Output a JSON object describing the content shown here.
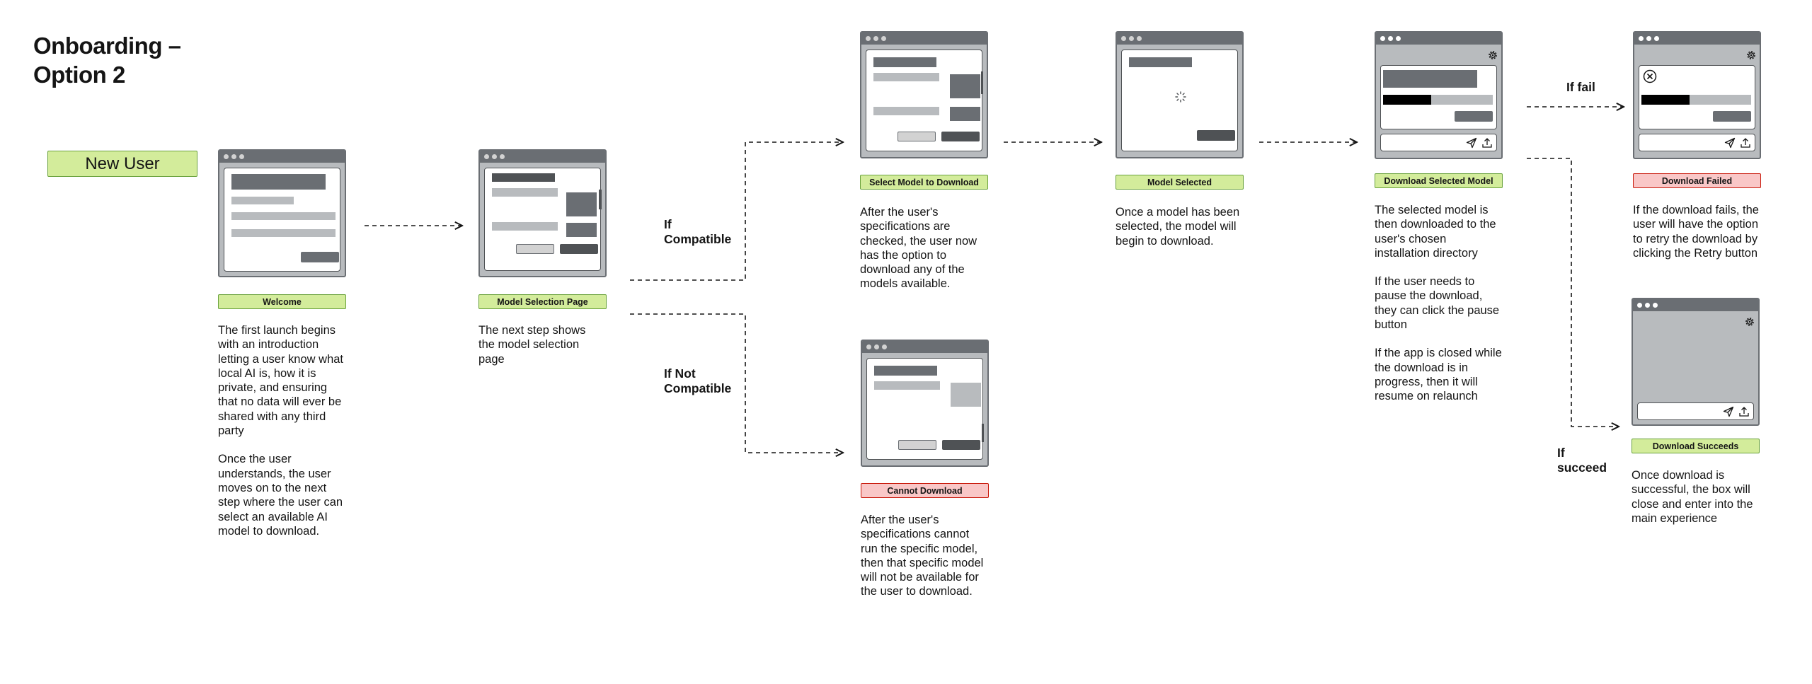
{
  "title_line1": "Onboarding –",
  "title_line2": "Option 2",
  "start_label": "New User",
  "branches": {
    "compatible": [
      "If",
      "Compatible"
    ],
    "not_compatible": [
      "If Not",
      "Compatible"
    ],
    "fail": "If fail",
    "succeed": [
      "If",
      "succeed"
    ]
  },
  "steps": {
    "welcome": {
      "label": "Welcome",
      "desc": [
        "The first launch begins with an introduction letting a user know what local AI is, how it is private, and ensuring that no data will ever be shared with any third party",
        "Once the user understands, the user moves on to the next step where the user can select an available AI model to download."
      ]
    },
    "model_selection": {
      "label": "Model Selection Page",
      "desc": [
        "The next step shows the model selection page"
      ]
    },
    "select_model": {
      "label": "Select Model to Download",
      "desc": [
        "After the user's specifications are checked, the user now has the option to download any of the models available."
      ]
    },
    "cannot_download": {
      "label": "Cannot Download",
      "desc": [
        "After the user's specifications cannot run the specific model, then that specific model will not be available for the user to download."
      ]
    },
    "model_selected": {
      "label": "Model Selected",
      "desc": [
        "Once a model has been selected, the model will begin to download."
      ]
    },
    "download_selected": {
      "label": "Download Selected Model",
      "desc": [
        "The selected model is then downloaded to the user's chosen installation directory",
        "If the user needs to pause the download, they can click the pause button",
        "If the app is closed while the download is in progress, then it will resume on relaunch"
      ]
    },
    "download_failed": {
      "label": "Download Failed",
      "desc": [
        "If the download fails, the user will have the option to retry the download by clicking the Retry button"
      ]
    },
    "download_succeeds": {
      "label": "Download Succeeds",
      "desc": [
        "Once download is successful, the box will close and enter into the main experience"
      ]
    }
  },
  "colors": {
    "success_fill": "#d3ec9b",
    "success_border": "#6aa23d",
    "danger_fill": "#f9c7c7",
    "danger_border": "#c9190b",
    "window_frame": "#6a6e73",
    "window_bg": "#b8bbbe"
  }
}
